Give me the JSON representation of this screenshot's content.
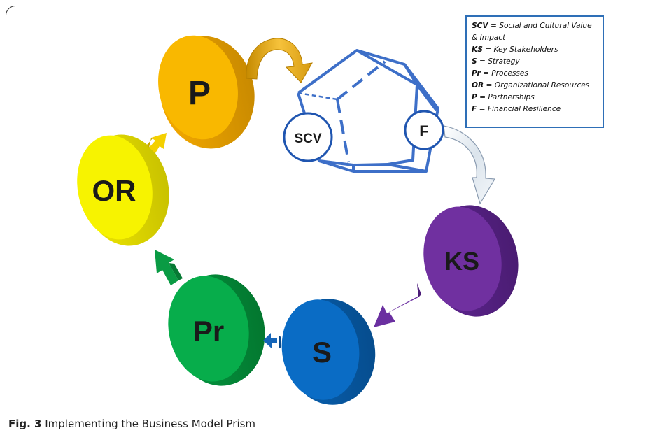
{
  "colors": {
    "p": "#f9b800",
    "or": "#f7f300",
    "pr": "#07ad4b",
    "s": "#0a6cc5",
    "ks": "#7030a0",
    "prism": "#3d6fc8",
    "legend_border": "#2e6fb7"
  },
  "nodes": {
    "p": "P",
    "or": "OR",
    "pr": "Pr",
    "s": "S",
    "ks": "KS",
    "scv": "SCV",
    "f": "F"
  },
  "legend": [
    {
      "abbr": "SCV",
      "text": " = Social and Cultural Value"
    },
    {
      "abbr": "",
      "text": "& Impact"
    },
    {
      "abbr": "KS",
      "text": " = Key Stakeholders"
    },
    {
      "abbr": "S",
      "text": " = Strategy"
    },
    {
      "abbr": "Pr",
      "text": " = Processes"
    },
    {
      "abbr": "OR",
      "text": " = Organizational Resources"
    },
    {
      "abbr": "P",
      "text": " = Partnerships"
    },
    {
      "abbr": "F",
      "text": " = Financial Resilience"
    }
  ],
  "caption": {
    "label": "Fig. 3",
    "text": " Implementing the Business Model Prism"
  }
}
